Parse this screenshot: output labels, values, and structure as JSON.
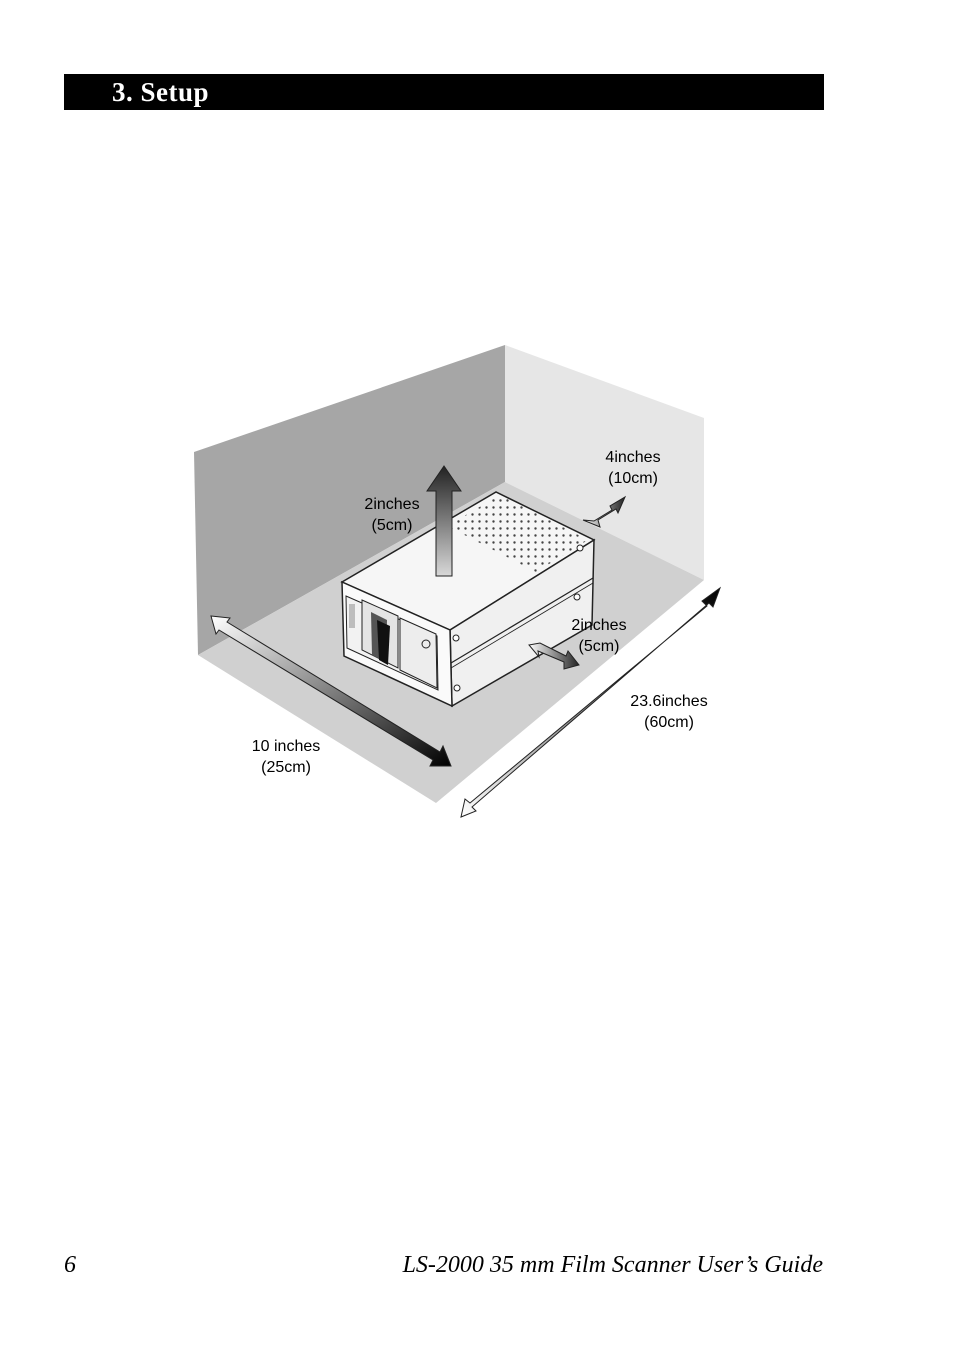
{
  "header": {
    "section_title": "3.  Setup"
  },
  "figure": {
    "labels": {
      "top_line1": "2inches",
      "top_line2": "(5cm)",
      "back_line1": "4inches",
      "back_line2": "(10cm)",
      "side_line1": "2inches",
      "side_line2": "(5cm)",
      "length_line1": "23.6inches",
      "length_line2": "(60cm)",
      "width_line1": "10 inches",
      "width_line2": "(25cm)"
    }
  },
  "footer": {
    "page_number": "6",
    "guide_title": "LS-2000 35 mm Film Scanner User’s Guide"
  }
}
